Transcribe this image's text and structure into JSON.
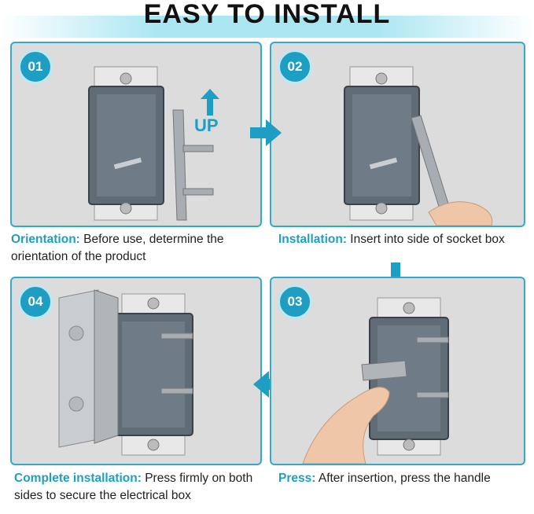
{
  "title": "EASY TO INSTALL",
  "accent_color": "#1e9ec2",
  "steps": [
    {
      "number": "01",
      "lead": "Orientation:",
      "text": "Before use, determine the orientation of the product",
      "arrow_label": "UP"
    },
    {
      "number": "02",
      "lead": "Installation:",
      "text": "Insert into side of socket box"
    },
    {
      "number": "03",
      "lead": "Press:",
      "text": "After insertion, press the handle"
    },
    {
      "number": "04",
      "lead": "Complete installation:",
      "text": "Press firmly on both sides to secure the electrical box"
    }
  ]
}
